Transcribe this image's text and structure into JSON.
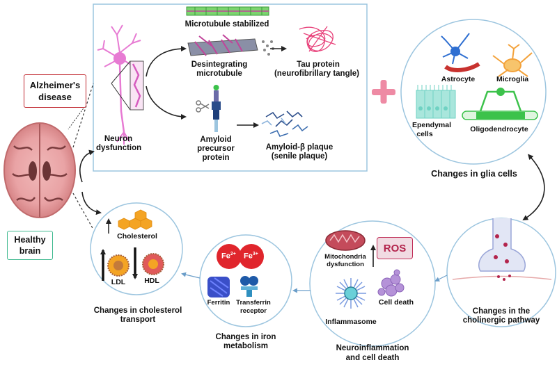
{
  "labels": {
    "alzheimers": "Alzheimer's disease",
    "healthy": "Healthy brain",
    "microtubule_stabilized": "Microtubule stabilized",
    "desintegrating_1": "Desintegrating",
    "desintegrating_2": "microtubule",
    "tau_1": "Tau protein",
    "tau_2": "(neurofibrillary tangle)",
    "neuron_1": "Neuron",
    "neuron_2": "dysfunction",
    "amyloid_1": "Amyloid",
    "amyloid_2": "precursor",
    "amyloid_3": "protein",
    "plaque_1": "Amyloid-β plaque",
    "plaque_2": "(senile plaque)",
    "astrocyte": "Astrocyte",
    "microglia": "Microglia",
    "ependymal_1": "Ependymal",
    "ependymal_2": "cells",
    "oligodendrocyte": "Oligodendrocyte",
    "glia_changes": "Changes in glia cells",
    "cholesterol": "Cholesterol",
    "ldl": "LDL",
    "hdl": "HDL",
    "chol_changes_1": "Changes in cholesterol",
    "chol_changes_2": "transport",
    "fe2": "Fe",
    "fe2_sup": "2+",
    "fe3": "Fe",
    "fe3_sup": "3+",
    "ferritin": "Ferritin",
    "transferrin_1": "Transferrin",
    "transferrin_2": "receptor",
    "iron_changes_1": "Changes in iron",
    "iron_changes_2": "metabolism",
    "mito_1": "Mitochondria",
    "mito_2": "dysfunction",
    "ros": "ROS",
    "inflammasome": "Inflammasome",
    "cell_death": "Cell death",
    "neuroinf_1": "Neuroinflammation",
    "neuroinf_2": "and cell death",
    "cholinergic_1": "Changes in the",
    "cholinergic_2": "cholinergic pathway"
  },
  "colors": {
    "frame_blue": "#9cc5df",
    "alz_border": "#c0262e",
    "healthy_border": "#3fb98f",
    "plus_pink": "#ee8aa4",
    "neuron_pink": "#e77bd3",
    "ros_red": "#c02d57",
    "cholesterol_orange": "#f4a424",
    "fe_red": "#e0252c",
    "astrocyte_blue": "#2f6fd1",
    "microglia_orange": "#f3a23b",
    "ependymal_teal": "#6fd2c3",
    "oligodendrocyte_green": "#3cc24b"
  }
}
